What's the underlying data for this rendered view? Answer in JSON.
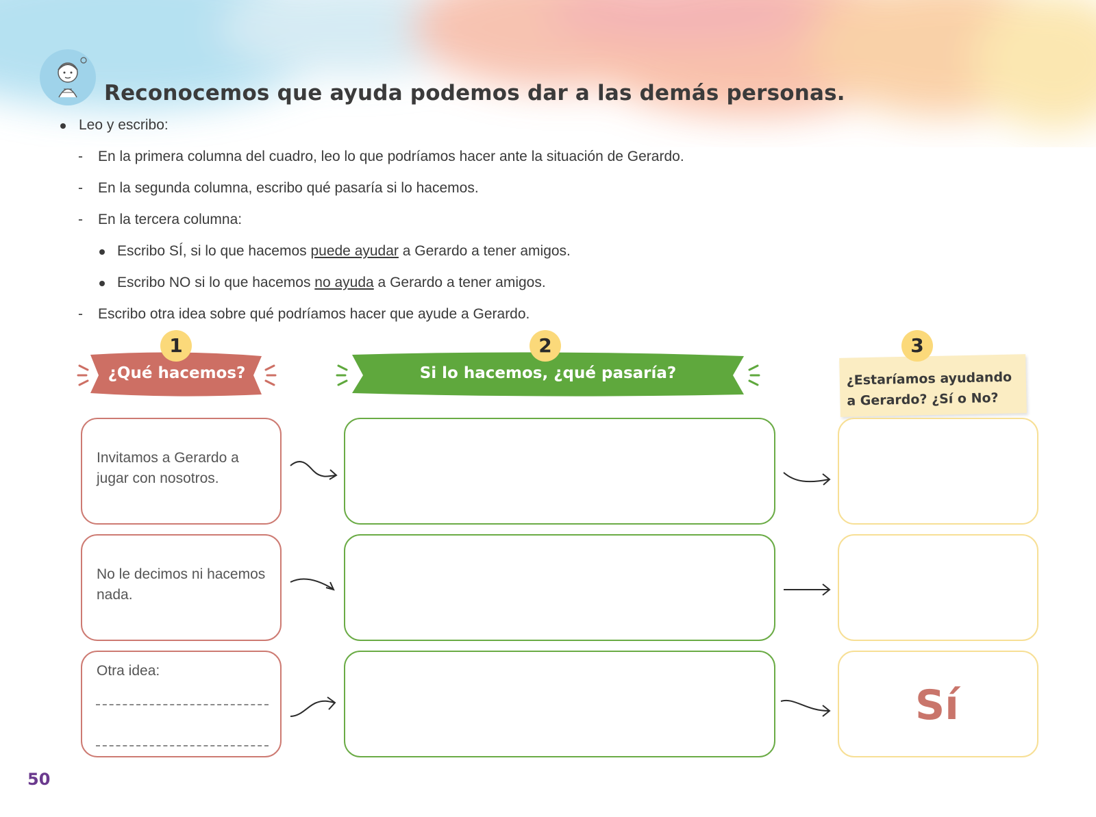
{
  "title": "Reconocemos que ayuda podemos dar a las demás personas.",
  "instructions": {
    "intro": "Leo y escribo:",
    "step1": "En la primera columna del cuadro, leo lo que podríamos hacer ante la situación de Gerardo.",
    "step2": "En la segunda columna, escribo qué pasaría si lo hacemos.",
    "step3": "En la tercera columna:",
    "sub1": {
      "before": "Escribo SÍ, si lo que hacemos ",
      "underlined": "puede ayudar",
      "after": " a Gerardo a tener amigos."
    },
    "sub2": {
      "before": "Escribo NO si lo que hacemos ",
      "underlined": "no ayuda",
      "after": " a Gerardo a tener amigos."
    },
    "step4": "Escribo otra idea sobre qué podríamos hacer que ayude a Gerardo."
  },
  "columns": [
    {
      "number": "1",
      "header": "¿Qué hacemos?",
      "color": "#cd6f64"
    },
    {
      "number": "2",
      "header": "Si lo hacemos, ¿qué pasaría?",
      "color": "#5fa83d"
    },
    {
      "number": "3",
      "header": "¿Estaríamos ayudando a Gerardo? ¿Sí o No?",
      "color": "#fbedc3"
    }
  ],
  "rows": [
    {
      "action": "Invitamos a Gerardo a jugar con nosotros.",
      "result": "",
      "answer": ""
    },
    {
      "action": "No le decimos ni hacemos nada.",
      "result": "",
      "answer": ""
    },
    {
      "action": "Otra idea:",
      "result": "",
      "answer": "Sí"
    }
  ],
  "page_number": "50"
}
